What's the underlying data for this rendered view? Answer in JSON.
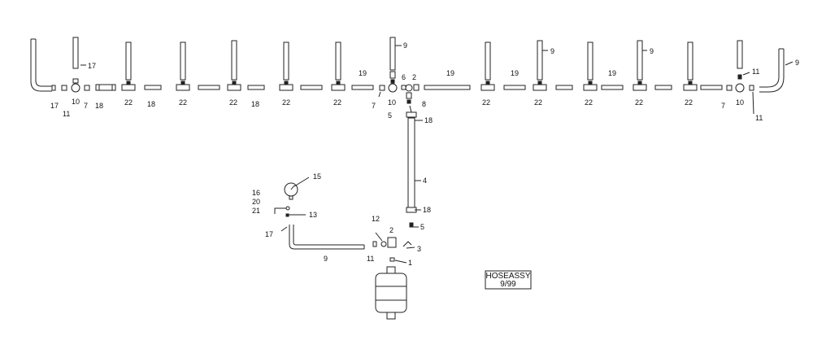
{
  "diagram": {
    "stamp": {
      "line1": "HOSEASSY",
      "line2": "9/99"
    },
    "callouts": {
      "c1": "1",
      "c2": "2",
      "c3": "3",
      "c4": "4",
      "c5": "5",
      "c6": "6",
      "c7": "7",
      "c8": "8",
      "c9": "9",
      "c10": "10",
      "c11": "11",
      "c12": "12",
      "c13": "13",
      "c15": "15",
      "c16": "16",
      "c17": "17",
      "c18": "18",
      "c19": "19",
      "c20": "20",
      "c21": "21",
      "c22": "22"
    }
  }
}
